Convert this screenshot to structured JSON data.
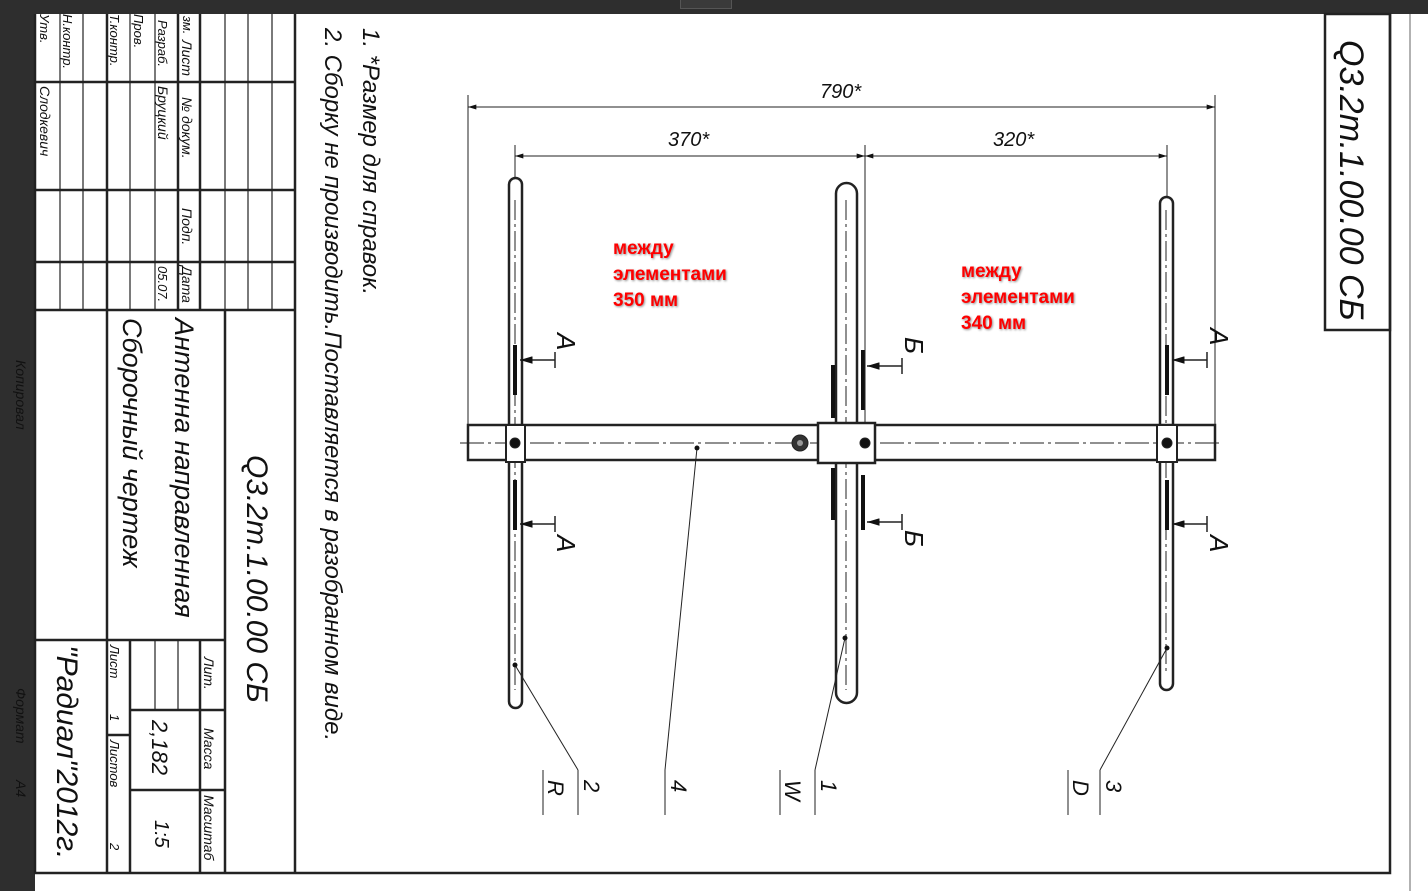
{
  "notes": [
    "1. *Размер для справок.",
    "2. Сборку не производить.Поставляется в разобранном виде."
  ],
  "designation": "Q3.2т.1.00.00 СБ",
  "title_block": {
    "row_labels": [
      "зм.",
      "Лист",
      "№ докум.",
      "Подп.",
      "Дата"
    ],
    "roles": [
      "Разраб.",
      "Пров.",
      "Т.контр.",
      "Н.контр.",
      "Утв."
    ],
    "developer": "Бруцкий",
    "date": "05.07.",
    "approver": "Слодкевич",
    "name_line1": "Антенна направленная",
    "name_line2": "Сборочный чертеж",
    "lit_label": "Лит.",
    "mass_label": "Масса",
    "scale_label": "Масштаб",
    "mass": "2,182",
    "scale": "1:5",
    "sheet_label": "Лист",
    "sheet": "1",
    "sheets_label": "Листов",
    "sheets": "2",
    "organization": "\"Радиал\"2012г."
  },
  "margin": {
    "copied": "Копировал",
    "format_label": "Формат",
    "format": "А4"
  },
  "dimensions": {
    "total": "790*",
    "left": "370*",
    "right": "320*"
  },
  "sections": {
    "a": "А",
    "b": "Б"
  },
  "callouts": [
    {
      "num": "2",
      "code": "R"
    },
    {
      "num": "4",
      "code": ""
    },
    {
      "num": "1",
      "code": "W"
    },
    {
      "num": "3",
      "code": "D"
    }
  ],
  "annotations": [
    {
      "lines": [
        "между",
        "элементами",
        "350 мм"
      ]
    },
    {
      "lines": [
        "между",
        "элементами",
        "340 мм"
      ]
    }
  ]
}
